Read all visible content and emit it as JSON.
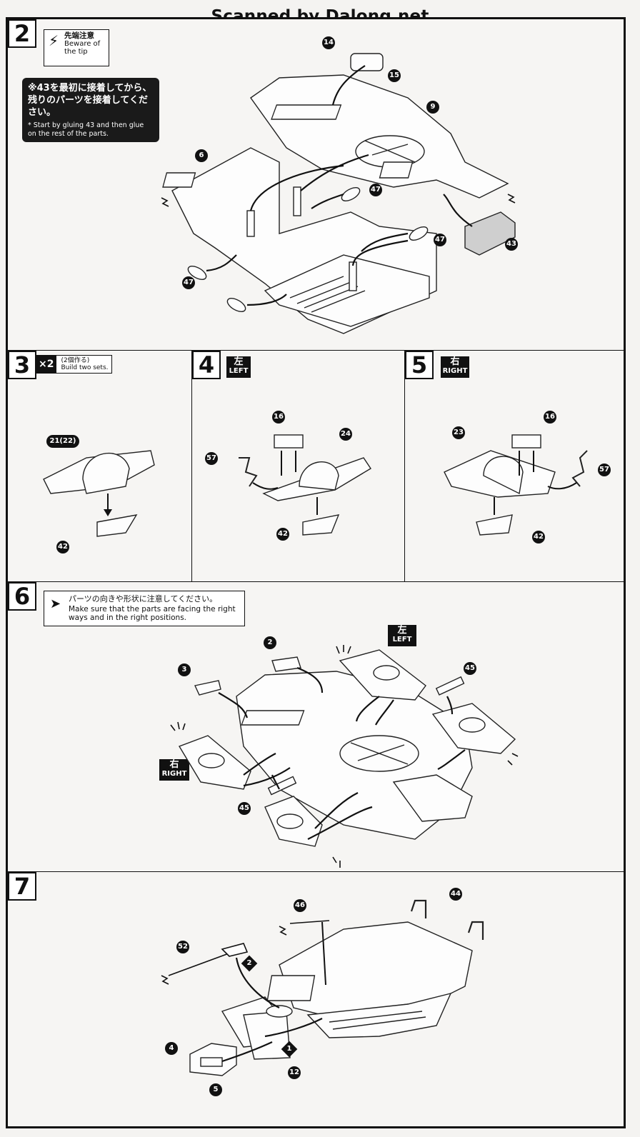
{
  "watermark": "Scanned by Dalong.net",
  "step2": {
    "number": "2",
    "caution": {
      "jp": "先端注意",
      "en": "Beware of the tip"
    },
    "note": {
      "jp": "※43を最初に接着してから、残りのパーツを接着してください。",
      "en": "* Start by gluing 43 and then glue on the rest of the parts."
    },
    "parts": [
      "14",
      "15",
      "9",
      "6",
      "47",
      "47",
      "43",
      "47",
      "47"
    ]
  },
  "step3": {
    "number": "3",
    "multiplier": "×2",
    "note_jp": "(2個作る)",
    "note_en": "Build two sets.",
    "parts": [
      "21(22)",
      "42"
    ]
  },
  "step4": {
    "number": "4",
    "side": {
      "jp": "左",
      "en": "LEFT"
    },
    "parts": [
      "16",
      "24",
      "57",
      "42"
    ]
  },
  "step5": {
    "number": "5",
    "side": {
      "jp": "右",
      "en": "RIGHT"
    },
    "parts": [
      "16",
      "23",
      "57",
      "42"
    ]
  },
  "step6": {
    "number": "6",
    "note": {
      "jp": "パーツの向きや形状に注意してください。",
      "en": "Make sure that the parts are facing the right ways and in the right positions."
    },
    "left": {
      "jp": "左",
      "en": "LEFT"
    },
    "right": {
      "jp": "右",
      "en": "RIGHT"
    },
    "parts": [
      "2",
      "3",
      "45",
      "45"
    ]
  },
  "step7": {
    "number": "7",
    "parts": [
      "46",
      "44",
      "52",
      "4",
      "5",
      "12"
    ],
    "order": [
      "1",
      "2"
    ]
  }
}
